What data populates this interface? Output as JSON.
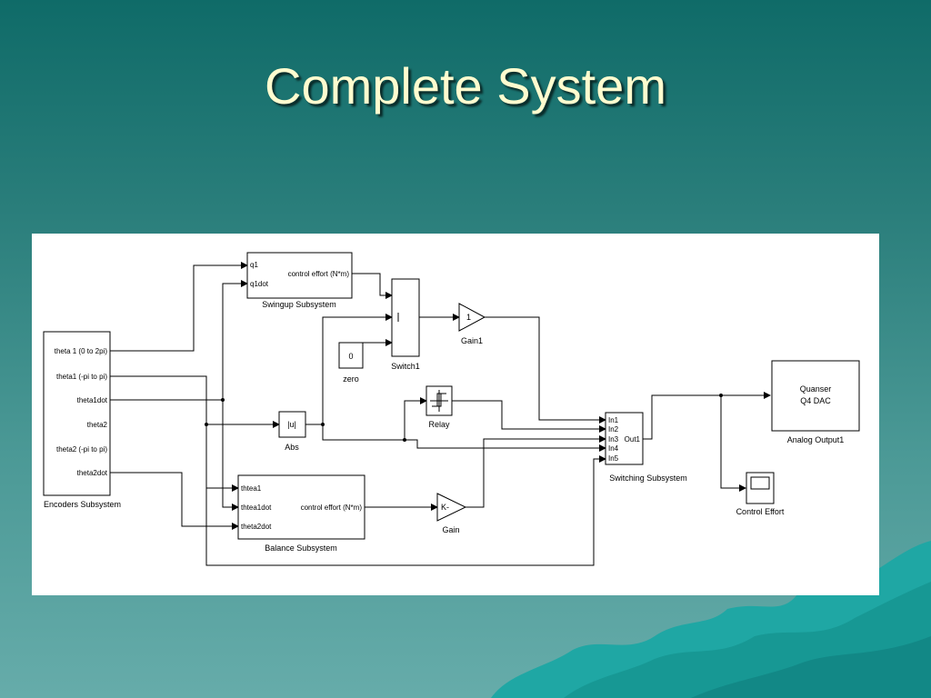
{
  "slide": {
    "title": "Complete System"
  },
  "diagram": {
    "encoders": {
      "name": "Encoders Subsystem",
      "ports": [
        "theta 1 (0 to 2pi)",
        "theta1 (-pi to pi)",
        "theta1dot",
        "theta2",
        "theta2 (-pi to pi)",
        "theta2dot"
      ]
    },
    "swingup": {
      "name": "Swingup Subsystem",
      "in1": "q1",
      "in2": "q1dot",
      "out": "control effort (N*m)"
    },
    "balance": {
      "name": "Balance Subsystem",
      "in1": "thtea1",
      "in2": "thtea1dot",
      "in3": "theta2dot",
      "out": "control effort (N*m)"
    },
    "switching": {
      "name": "Switching Subsystem",
      "inputs": [
        "In1",
        "In2",
        "In3",
        "In4",
        "In5"
      ],
      "out": "Out1"
    },
    "zero": {
      "value": "0",
      "name": "zero"
    },
    "switch1": {
      "name": "Switch1"
    },
    "gain1": {
      "value": "1",
      "name": "Gain1"
    },
    "abs": {
      "value": "|u|",
      "name": "Abs"
    },
    "relay": {
      "name": "Relay"
    },
    "gain": {
      "value": "K-",
      "name": "Gain"
    },
    "analog_output": {
      "line1": "Quanser",
      "line2": "Q4 DAC",
      "name": "Analog Output1"
    },
    "scope": {
      "name": "Control Effort"
    }
  }
}
